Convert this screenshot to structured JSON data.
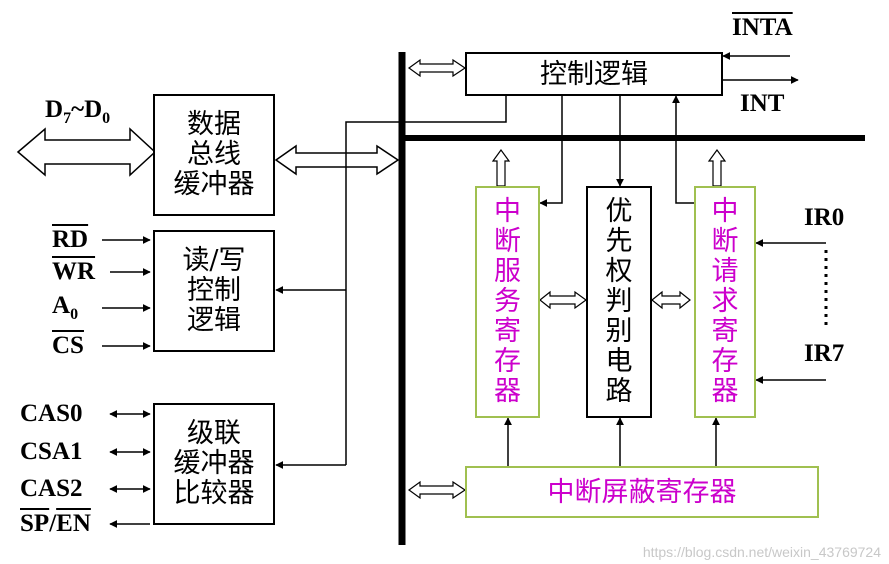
{
  "blocks": {
    "data_bus_buffer": [
      "数据",
      "总线",
      "缓冲器"
    ],
    "rw_logic": [
      "读/写",
      "控制",
      "逻辑"
    ],
    "cascade_buffer": [
      "级联",
      "缓冲器",
      "比较器"
    ],
    "control_logic": "控制逻辑",
    "isr": "中断服务寄存器",
    "priority_resolver": "优先权判别电路",
    "irr": "中断请求寄存器",
    "imr": "中断屏蔽寄存器"
  },
  "signals": {
    "data_bus": {
      "d": "D",
      "d_sub_high": "7",
      "tilde": "~",
      "d_sub_low": "0"
    },
    "rd": "RD",
    "wr": "WR",
    "a0": {
      "letter": "A",
      "sub": "0"
    },
    "cs": "CS",
    "cas0": "CAS0",
    "csa1": "CSA1",
    "cas2": "CAS2",
    "sp": "SP",
    "slash": "/",
    "en": "EN",
    "inta": "INTA",
    "int": "INT",
    "ir0": "IR0",
    "ir7": "IR7"
  },
  "watermark": "https://blog.csdn.net/weixin_43769724",
  "colors": {
    "line": "#000000",
    "magenta_text": "#cc00cc",
    "green_border": "#a0c050"
  }
}
